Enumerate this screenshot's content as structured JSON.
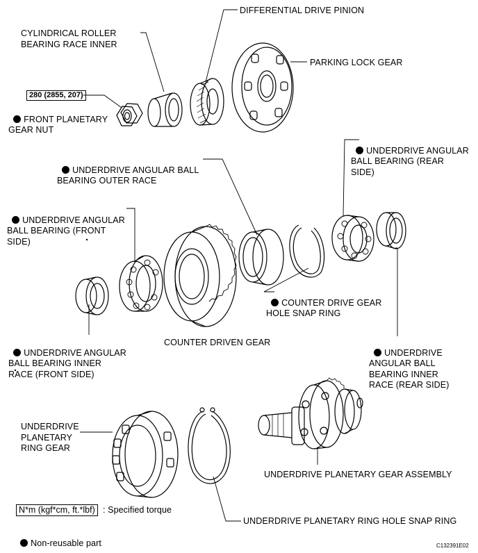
{
  "torque_spec": "280 (2855, 207)",
  "labels": {
    "differential_drive_pinion": "DIFFERENTIAL DRIVE PINION",
    "cylindrical_roller_bearing": "CYLINDRICAL ROLLER\nBEARING RACE INNER",
    "parking_lock_gear": "PARKING LOCK GEAR",
    "front_planetary_gear_nut": "FRONT PLANETARY\nGEAR NUT",
    "ud_bearing_outer_race": "UNDERDRIVE ANGULAR BALL\nBEARING OUTER RACE",
    "ud_bearing_rear": "UNDERDRIVE ANGULAR\nBALL BEARING (REAR\nSIDE)",
    "ud_bearing_front": "UNDERDRIVE ANGULAR\nBALL BEARING (FRONT\nSIDE)",
    "counter_drive_snap_ring": "COUNTER DRIVE GEAR\nHOLE SNAP RING",
    "ud_inner_race_front": "UNDERDRIVE ANGULAR\nBALL BEARING INNER\nRACE (FRONT SIDE)",
    "counter_driven_gear": "COUNTER DRIVEN GEAR",
    "ud_inner_race_rear": "UNDERDRIVE\nANGULAR BALL\nBEARING INNER\nRACE (REAR SIDE)",
    "ud_planetary_ring_gear": "UNDERDRIVE\nPLANETARY\nRING GEAR",
    "ud_planetary_gear_assembly": "UNDERDRIVE PLANETARY GEAR ASSEMBLY",
    "ud_ring_snap_ring": "UNDERDRIVE PLANETARY RING HOLE SNAP RING"
  },
  "legend": {
    "torque_unit": "N*m (kgf*cm, ft.*lbf)",
    "torque_text": ": Specified torque",
    "nonreusable_text": "Non-reusable part"
  },
  "figure_code": "C132391E02"
}
